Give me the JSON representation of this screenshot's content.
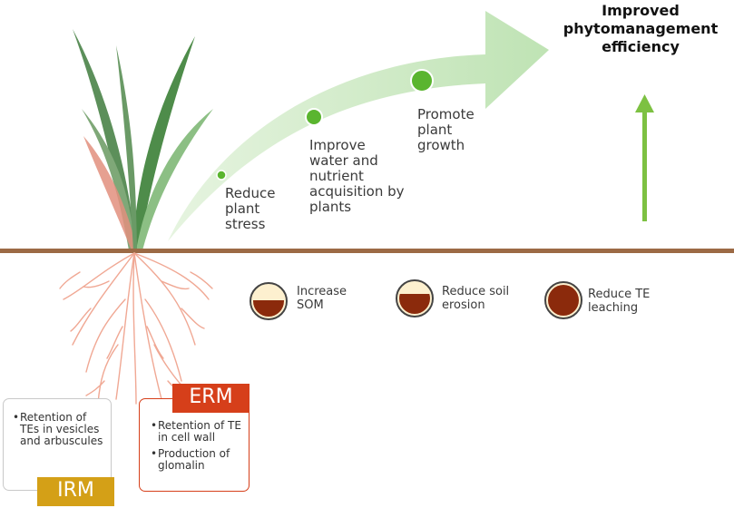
{
  "title": "Improved phytomanagement efficiency",
  "benefits": [
    {
      "text": "Reduce\nplant\nstress"
    },
    {
      "text": "Improve\nwater and\nnutrient\nacquisition by\nplants"
    },
    {
      "text": "Promote\nplant\ngrowth"
    }
  ],
  "soil_effects": [
    {
      "text": "Increase\nSOM"
    },
    {
      "text": "Reduce soil\nerosion"
    },
    {
      "text": "Reduce TE\nleaching"
    }
  ],
  "irm": {
    "label": "IRM",
    "items": [
      "Retention of TEs in vesicles and arbuscules"
    ]
  },
  "erm": {
    "label": "ERM",
    "items": [
      "Retention of TE in cell wall",
      "Production of glomalin"
    ]
  },
  "colors": {
    "arrow_green": "#c6e7bd",
    "dot_green": "#5ab52f",
    "up_arrow": "#7dc142",
    "ground": "#9c6a45",
    "roots": "#f0a894",
    "soil_dark": "#8b2a0c",
    "soil_light": "#fdf0cf",
    "irm_tag": "#d4a017",
    "erm_tag": "#d63f1a"
  }
}
